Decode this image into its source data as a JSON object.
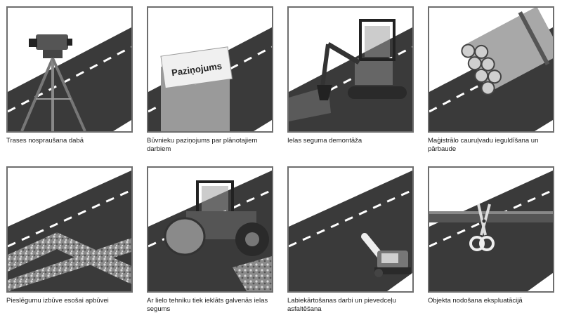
{
  "steps": [
    {
      "caption": "Trases nospraušana dabā",
      "icon": "surveying-level-tripod-icon"
    },
    {
      "caption": "Būvnieku paziņojums par plānotajiem darbiem",
      "icon": "notice-envelope-icon",
      "notice_label": "Paziņojums"
    },
    {
      "caption": "Ielas seguma demontāža",
      "icon": "excavator-icon"
    },
    {
      "caption": "Maģistrālo cauruļvadu ieguldīšana un pārbaude",
      "icon": "pipe-bundle-icon"
    },
    {
      "caption": "Pieslēgumu izbūve esošai apbūvei",
      "icon": "gravel-trench-icon"
    },
    {
      "caption": "Ar lielo tehniku tiek ieklāts galvenās ielas segums",
      "icon": "road-roller-icon"
    },
    {
      "caption": "Labiekārtošanas darbi un pievedceļu asfaltēšana",
      "icon": "plate-compactor-icon"
    },
    {
      "caption": "Objekta nodošana ekspluatācijā",
      "icon": "ribbon-scissors-icon"
    }
  ],
  "colors": {
    "road": "#3a3a3a",
    "frame": "#6e6e6e",
    "marking": "#ffffff",
    "gravel": "#8a8a8a"
  }
}
